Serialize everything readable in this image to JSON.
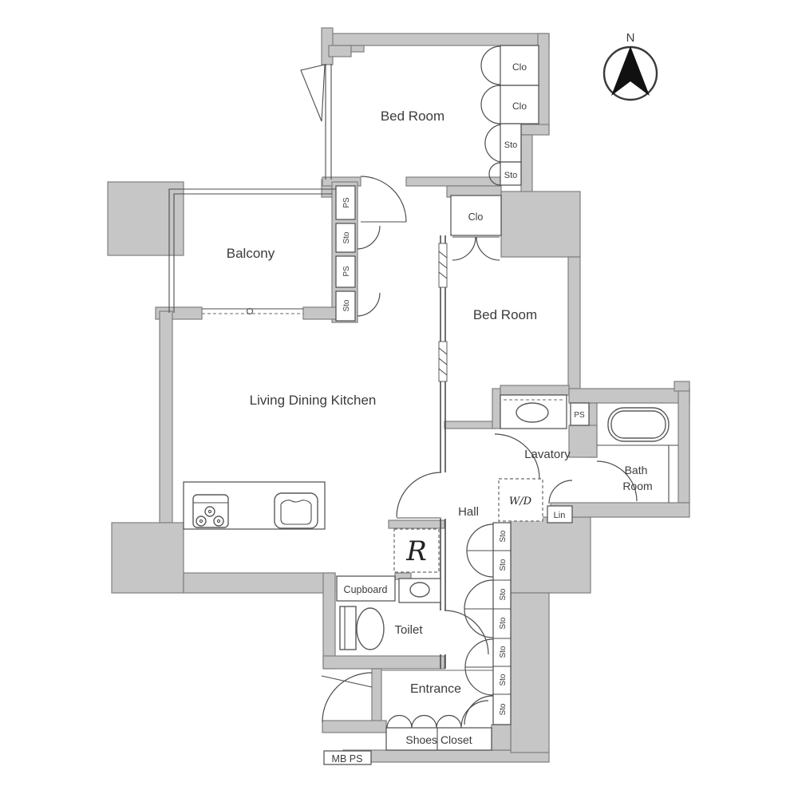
{
  "compass": {
    "north_label": "N"
  },
  "rooms": {
    "bedroom_top": "Bed Room",
    "bedroom_mid": "Bed Room",
    "balcony": "Balcony",
    "living_dining_kitchen": "Living Dining Kitchen",
    "lavatory": "Lavatory",
    "bath_room": {
      "line1": "Bath",
      "line2": "Room"
    },
    "hall": "Hall",
    "toilet": "Toilet",
    "entrance": "Entrance"
  },
  "storage": {
    "closet": "Clo",
    "storage": "Sto",
    "pipe_space": "PS",
    "washer_dryer": "W/D",
    "linen": "Lin",
    "cupboard": "Cupboard",
    "refrigerator": "R",
    "shoes_closet": "Shoes Closet",
    "meter_box_pipe_space": "MB PS"
  },
  "colors": {
    "background": "#ffffff",
    "wall_fill": "#c6c6c6",
    "wall_stroke": "#7f7f7f",
    "line_color": "#4c4c4c",
    "text_color": "#3c3c3c",
    "compass_arrow": "#111111"
  }
}
